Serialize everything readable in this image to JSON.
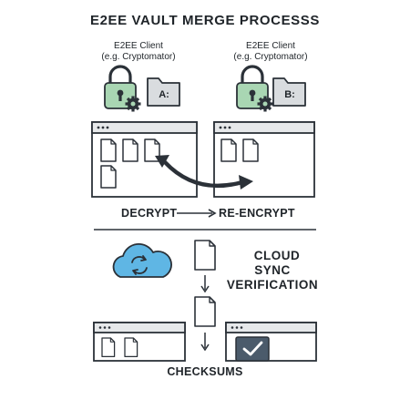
{
  "title": "E2EE VAULT MERGE PROCESSS",
  "clients": [
    {
      "name": "E2EE Client",
      "note": "(e.g. Cryptomator)",
      "drive": "A:"
    },
    {
      "name": "E2EE Client",
      "note": "(e.g. Cryptomator)",
      "drive": "B:"
    }
  ],
  "flow": {
    "from": "DECRYPT",
    "to": "RE-ENCRYPT"
  },
  "cloud_sync": [
    "CLOUD",
    "SYNC",
    "VERIFICATION"
  ],
  "checksums_label": "CHECKSUMS",
  "colors": {
    "ink": "#2b3138",
    "lock_green": "#a9d6b3",
    "folder_gray": "#d9dcdf",
    "cloud_blue": "#5fb6e4",
    "check_box": "#4b5b6b",
    "window_bar": "#e6e8ea"
  },
  "icons": [
    "lock-icon",
    "gear-icon",
    "folder-icon",
    "document-icon",
    "cloud-sync-icon",
    "checkmark-icon",
    "arrow-icon"
  ]
}
